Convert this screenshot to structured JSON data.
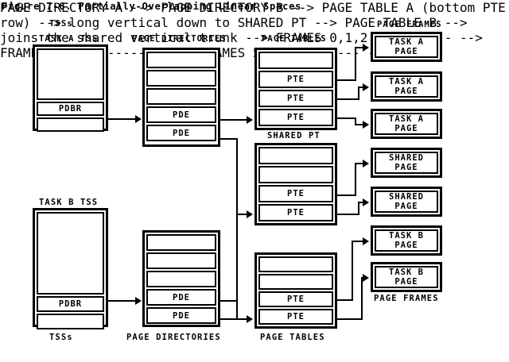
{
  "figure": {
    "title": "Figure 7-6. Partially-Overlapping Linear Spaces"
  },
  "labels": {
    "tss_top": "TSSs",
    "tss_bottom": "TSSs",
    "task_a_tss": "TASK A TSS",
    "task_b_tss": "TASK B TSS",
    "page_directories_top": "PAGE DIRECTORIES",
    "page_directories_bottom": "PAGE DIRECTORIES",
    "page_tables_top": "PAGE TABLES",
    "page_tables_bottom": "PAGE TABLES",
    "shared_pt": "SHARED PT",
    "page_frames_top": "PAGE FRAMES",
    "page_frames_bottom": "PAGE FRAMES"
  },
  "cells": {
    "pdbr": "PDBR",
    "pde": "PDE",
    "pte": "PTE",
    "empty": ""
  },
  "task_a_tss": {
    "rows": [
      {
        "text": "",
        "kind": "empty"
      },
      {
        "text": "PDBR",
        "kind": "pdbr"
      },
      {
        "text": "",
        "kind": "empty"
      }
    ]
  },
  "task_b_tss": {
    "rows": [
      {
        "text": "",
        "kind": "empty"
      },
      {
        "text": "PDBR",
        "kind": "pdbr"
      },
      {
        "text": "",
        "kind": "empty"
      }
    ]
  },
  "page_directory_a": {
    "rows": [
      {
        "text": "",
        "kind": "empty"
      },
      {
        "text": "",
        "kind": "empty"
      },
      {
        "text": "",
        "kind": "empty"
      },
      {
        "text": "PDE",
        "kind": "pde"
      },
      {
        "text": "PDE",
        "kind": "pde"
      }
    ]
  },
  "page_directory_b": {
    "rows": [
      {
        "text": "",
        "kind": "empty"
      },
      {
        "text": "",
        "kind": "empty"
      },
      {
        "text": "",
        "kind": "empty"
      },
      {
        "text": "PDE",
        "kind": "pde"
      },
      {
        "text": "PDE",
        "kind": "pde"
      }
    ]
  },
  "page_table_a": {
    "rows": [
      {
        "text": "",
        "kind": "empty"
      },
      {
        "text": "PTE",
        "kind": "pte"
      },
      {
        "text": "PTE",
        "kind": "pte"
      },
      {
        "text": "PTE",
        "kind": "pte"
      }
    ]
  },
  "shared_page_table": {
    "rows": [
      {
        "text": "",
        "kind": "empty"
      },
      {
        "text": "",
        "kind": "empty"
      },
      {
        "text": "PTE",
        "kind": "pte"
      },
      {
        "text": "PTE",
        "kind": "pte"
      }
    ]
  },
  "page_table_b": {
    "rows": [
      {
        "text": "",
        "kind": "empty"
      },
      {
        "text": "",
        "kind": "empty"
      },
      {
        "text": "PTE",
        "kind": "pte"
      },
      {
        "text": "PTE",
        "kind": "pte"
      }
    ]
  },
  "page_frames": [
    {
      "line1": "TASK A",
      "line2": "PAGE"
    },
    {
      "line1": "TASK A",
      "line2": "PAGE"
    },
    {
      "line1": "TASK A",
      "line2": "PAGE"
    },
    {
      "line1": "SHARED",
      "line2": "PAGE"
    },
    {
      "line1": "SHARED",
      "line2": "PAGE"
    },
    {
      "line1": "TASK B",
      "line2": "PAGE"
    },
    {
      "line1": "TASK B",
      "line2": "PAGE"
    }
  ],
  "colors": {
    "ink": "#000000",
    "paper": "#ffffff"
  }
}
